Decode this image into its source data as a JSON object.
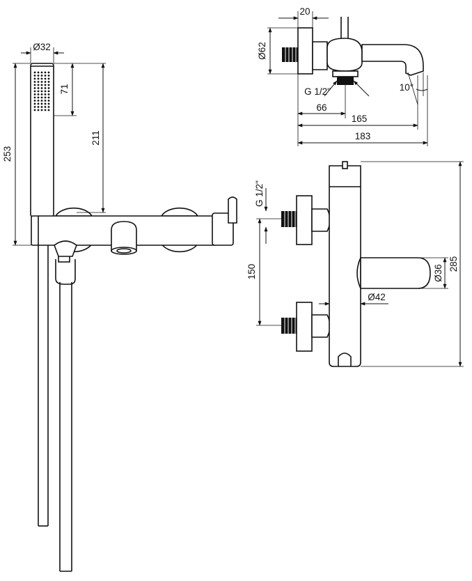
{
  "front_view": {
    "shower_head_diameter": "Ø32",
    "shower_head_spray_height": "71",
    "holder_height": "211",
    "total_height": "253"
  },
  "side_view": {
    "flange_depth": "20",
    "flange_diameter": "Ø62",
    "thread": "G 1/2\"",
    "inlet_offset": "66",
    "spout_reach": "165",
    "total_depth": "183",
    "spout_angle": "10°"
  },
  "top_view": {
    "thread": "G 1/2\"",
    "inlet_spacing": "150",
    "spout_diameter": "Ø36",
    "body_diameter": "Ø42",
    "total_length": "285"
  }
}
